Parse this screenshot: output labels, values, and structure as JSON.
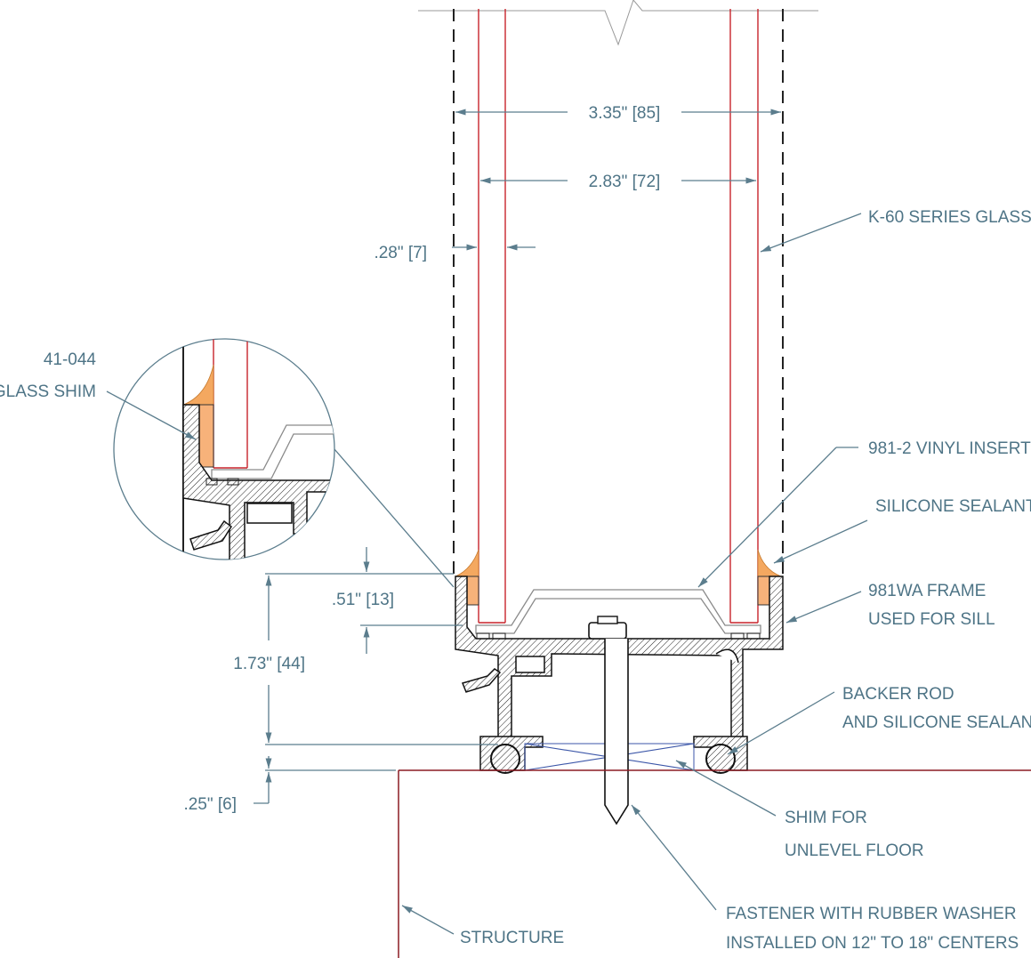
{
  "dimensions": {
    "outer_width": "3.35\" [85]",
    "inner_width": "2.83\" [72]",
    "glass_thickness": ".28\" [7]",
    "frame_depth": ".51\" [13]",
    "frame_height": "1.73\" [44]",
    "shim_gap": ".25\" [6]"
  },
  "callouts": {
    "glass_shim_part": "41-044",
    "glass_shim_name": "GLASS SHIM",
    "glass": "K-60 SERIES GLASS",
    "vinyl_insert": "981-2 VINYL INSERT",
    "silicone": "SILICONE SEALANT",
    "frame_line1": "981WA FRAME",
    "frame_line2": "USED FOR SILL",
    "backer_line1": "BACKER ROD",
    "backer_line2": "AND SILICONE SEALANT",
    "shim_line1": "SHIM FOR",
    "shim_line2": "UNLEVEL FLOOR",
    "fastener_line1": "FASTENER WITH RUBBER WASHER",
    "fastener_line2": "INSTALLED ON 12\" TO 18\" CENTERS",
    "structure": "STRUCTURE"
  },
  "colors": {
    "label": "#4e7486",
    "glass_edge": "#c8242c",
    "sealant": "#f4a860",
    "shim_line": "#3b56a8"
  }
}
